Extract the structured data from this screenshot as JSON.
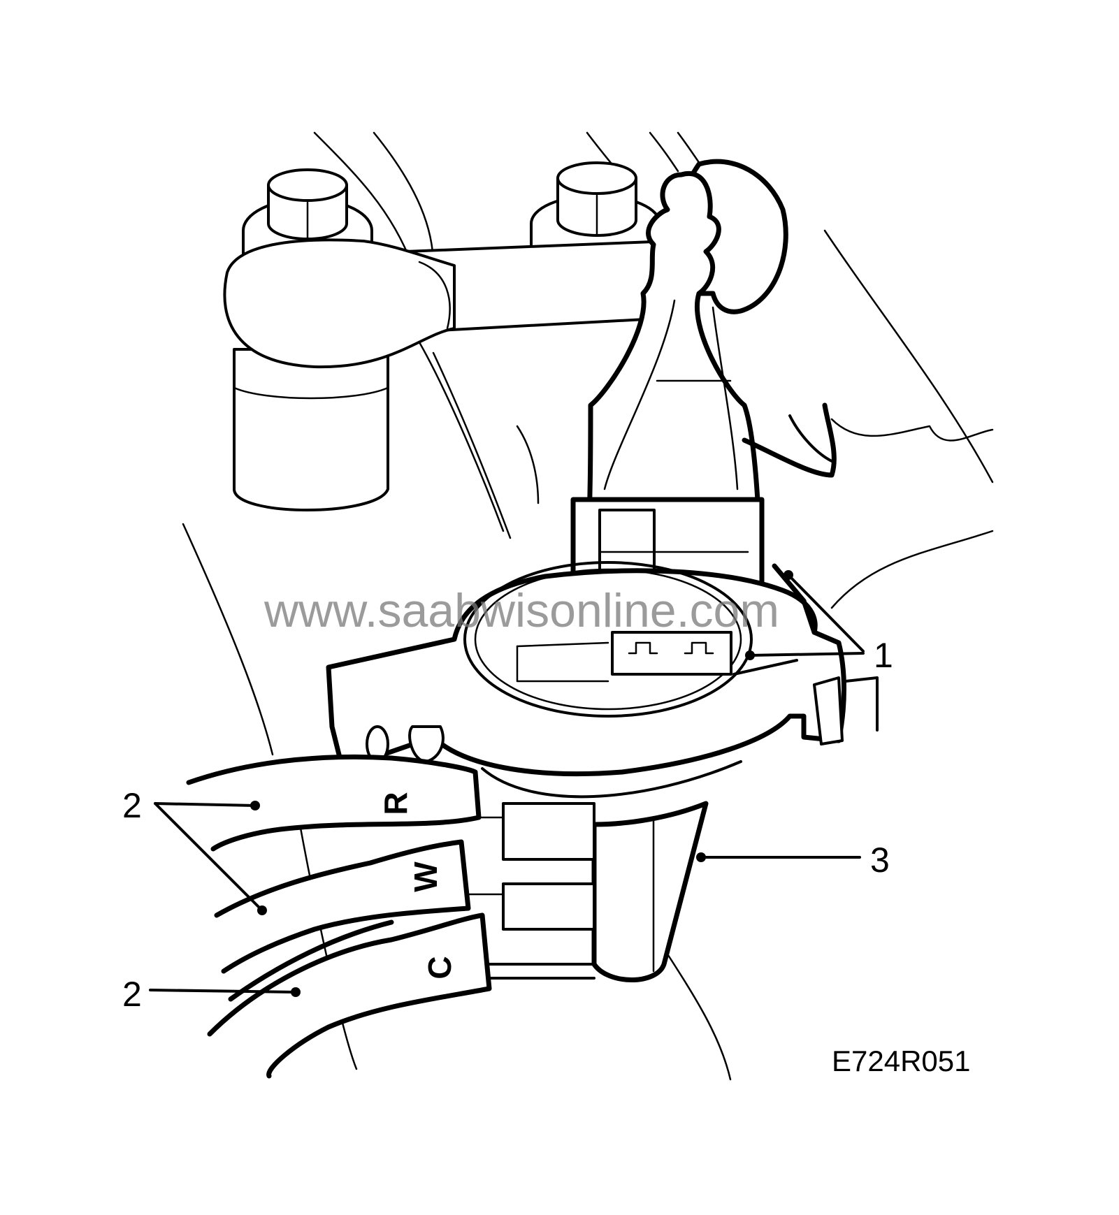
{
  "watermark": "www.saabwisonline.com",
  "figure_code": "E724R051",
  "callouts": {
    "c1": "1",
    "c2_upper": "2",
    "c2_lower": "2",
    "c3": "3"
  },
  "wire_labels": {
    "r": "R",
    "w": "W",
    "c": "C"
  }
}
